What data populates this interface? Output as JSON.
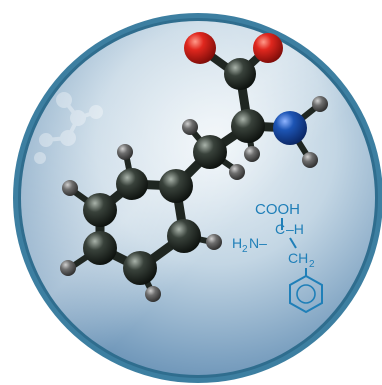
{
  "image": {
    "subject": "phenylalanine-molecule-badge",
    "colors": {
      "rim": "#3d7fa1",
      "disc_light": "#e8f0f6",
      "disc_dark": "#5f8db3",
      "carbon": "#1e2620",
      "hydrogen": "#6e6e6e",
      "oxygen": "#d9231c",
      "nitrogen": "#1a4fa8",
      "formula": "#1f7fb8"
    }
  },
  "formula": {
    "top": "COOH",
    "h2n": "H",
    "h2n_sub": "2",
    "n_dash": "N–",
    "alpha_c": "C",
    "alpha_h": "–H",
    "ch2": "CH",
    "ch2_sub": "2"
  }
}
